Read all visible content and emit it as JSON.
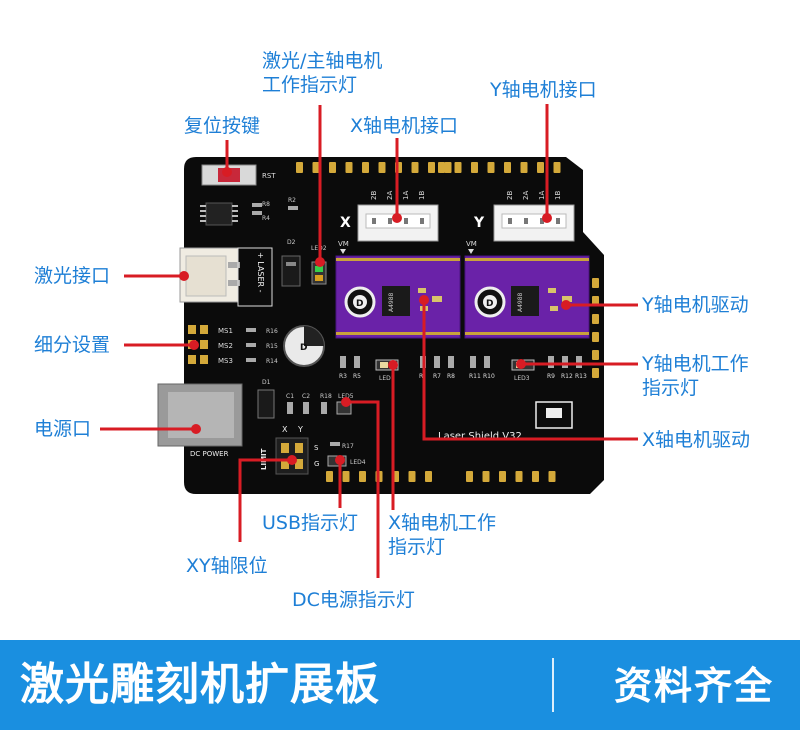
{
  "labels": {
    "laser_spindle_indicator": [
      "激光/主轴电机",
      "工作指示灯"
    ],
    "y_motor_port": "Y轴电机接口",
    "reset_button": "复位按键",
    "x_motor_port": "X轴电机接口",
    "laser_port": "激光接口",
    "microstep_setting": "细分设置",
    "power_port": "电源口",
    "y_motor_driver": "Y轴电机驱动",
    "y_motor_indicator": [
      "Y轴电机工作",
      "指示灯"
    ],
    "x_motor_driver": "X轴电机驱动",
    "usb_indicator": "USB指示灯",
    "x_motor_indicator": [
      "X轴电机工作",
      "指示灯"
    ],
    "xy_limit": "XY轴限位",
    "dc_indicator": "DC电源指示灯"
  },
  "board": {
    "rst": "RST",
    "x_axis": "X",
    "y_axis": "Y",
    "pins_x": [
      "2B",
      "2A",
      "1A",
      "1B"
    ],
    "pins_y": [
      "2B",
      "2A",
      "1A",
      "1B"
    ],
    "vm": "VM",
    "laser_text": "+ LASER -",
    "ms_labels": [
      "MS1",
      "MS2",
      "MS3"
    ],
    "ms_res": [
      "R16",
      "R15",
      "R14"
    ],
    "r8": "R8",
    "r4": "R4",
    "r2": "R2",
    "d2": "D2",
    "led2": "LED2",
    "d1": "D1",
    "c1": "C1",
    "c2": "C2",
    "r18": "R18",
    "led5": "LED5",
    "led1": "LED1",
    "led3": "LED3",
    "led4": "LED4",
    "r17": "R17",
    "bottom_res_left": [
      "R3",
      "R5"
    ],
    "bottom_res_mid": [
      "R",
      "R7",
      "R8"
    ],
    "bottom_res_right": [
      "R11",
      "R10"
    ],
    "bottom_res_far": [
      "R9",
      "R12",
      "R13"
    ],
    "chip": "A4988",
    "dc_power": "DC POWER",
    "limit": "LIMIT",
    "limit_xy": [
      "X",
      "Y"
    ],
    "limit_sg": [
      "S",
      "G"
    ],
    "shield": "Laser Shield V32"
  },
  "banner": {
    "title": "激光雕刻机扩展板",
    "subtitle": "资料齐全"
  }
}
